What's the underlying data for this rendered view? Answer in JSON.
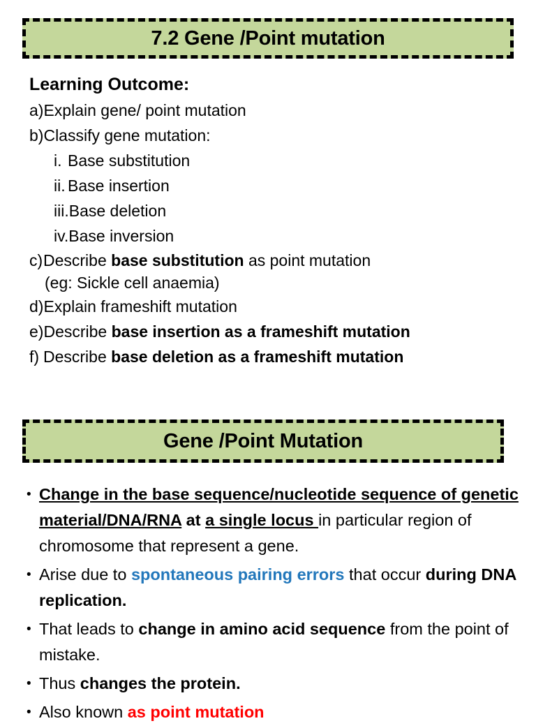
{
  "slide": {
    "banner_1_title": "7.2 Gene /Point mutation",
    "banner_2_title": "Gene /Point Mutation",
    "banner_fill_color": "#C4D79B",
    "banner_border_color": "#000000"
  },
  "learning_outcome": {
    "heading": "Learning Outcome:",
    "items": [
      {
        "marker": "a)",
        "text": "Explain gene/ point mutation"
      },
      {
        "marker": "b)",
        "text": "Classify gene mutation:"
      },
      {
        "marker": "i.",
        "text": "Base substitution",
        "sub": true
      },
      {
        "marker": "ii.",
        "text": "Base insertion",
        "sub": true
      },
      {
        "marker": "iii.",
        "text": "Base deletion",
        "sub": true
      },
      {
        "marker": "iv.",
        "text": "Base inversion",
        "sub": true
      }
    ],
    "item_c": {
      "marker": "c)",
      "pre": "Describe ",
      "bold": "base substitution",
      "post": " as point mutation",
      "continuation": "(eg: Sickle cell anaemia)"
    },
    "item_d": {
      "marker": "d)",
      "text": "Explain frameshift mutation"
    },
    "item_e": {
      "marker": "e)",
      "pre": "Describe ",
      "bold": "base insertion as a frameshift mutation"
    },
    "item_f": {
      "marker": "f) ",
      "pre": "Describe ",
      "bold": "base deletion as a frameshift mutation"
    }
  },
  "gene_content": {
    "bullet_char": "•",
    "bullets": [
      {
        "id": "definition",
        "parts": [
          {
            "text": "Change in the base sequence/nucleotide sequence of genetic material/DNA/RNA",
            "bold": true,
            "underline": true
          },
          {
            "text": " at ",
            "bold": true,
            "underline": false
          },
          {
            "text": "a single locus ",
            "bold": true,
            "underline": true
          },
          {
            "text": "in particular region of chromosome that represent a gene.",
            "bold": false,
            "underline": false
          }
        ]
      },
      {
        "id": "arise-due-to",
        "parts": [
          {
            "text": "Arise due to ",
            "bold": false,
            "underline": false
          },
          {
            "text": "spontaneous pairing errors",
            "bold": true,
            "underline": false,
            "color": "blue"
          },
          {
            "text": " that occur ",
            "bold": false,
            "underline": false
          },
          {
            "text": "during DNA replication.",
            "bold": true,
            "underline": false
          }
        ]
      },
      {
        "id": "amino-acid-change",
        "parts": [
          {
            "text": "That leads to ",
            "bold": false,
            "underline": false
          },
          {
            "text": "change in amino acid sequence",
            "bold": true,
            "underline": false
          },
          {
            "text": " from the point of mistake.",
            "bold": false,
            "underline": false
          }
        ]
      },
      {
        "id": "changes-protein",
        "parts": [
          {
            "text": "Thus ",
            "bold": false,
            "underline": false
          },
          {
            "text": "changes the protein.",
            "bold": true,
            "underline": false
          }
        ]
      },
      {
        "id": "also-known-as",
        "parts": [
          {
            "text": "Also known ",
            "bold": false,
            "underline": false
          },
          {
            "text": "as point mutation",
            "bold": true,
            "underline": false,
            "color": "red"
          }
        ]
      }
    ]
  },
  "colors": {
    "accent_green": "#C4D79B",
    "emphasis_blue": "#2277BB",
    "emphasis_red": "#FF0000",
    "text": "#000000"
  }
}
